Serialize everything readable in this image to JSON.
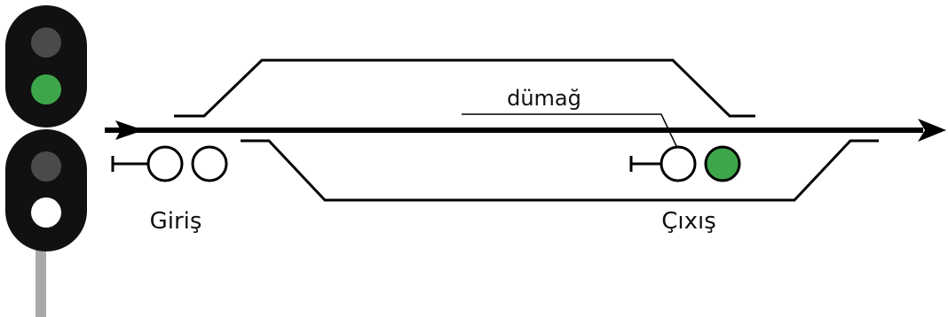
{
  "labels": {
    "entry": "Giriş",
    "exit": "Çıxış",
    "button": "dümağ"
  },
  "colors": {
    "signal_body": "#111111",
    "lamp_off": "#4a4a48",
    "lamp_green": "#3ea64a",
    "lamp_white": "#ffffff",
    "pole": "#a9a9a9",
    "track": "#000000"
  },
  "icons": {
    "main_track": "arrow-right-icon",
    "entry_signal": "two-lamp-signal-icon",
    "exit_signal": "two-lamp-signal-icon"
  },
  "signal_mast": {
    "upper_head": {
      "top_lamp": "off",
      "bottom_lamp": "green"
    },
    "lower_head": {
      "top_lamp": "off",
      "bottom_lamp": "white"
    }
  },
  "entry_signal": {
    "lamp_1": "off",
    "lamp_2": "off"
  },
  "exit_signal": {
    "lamp_1": "off",
    "lamp_2": "green"
  }
}
